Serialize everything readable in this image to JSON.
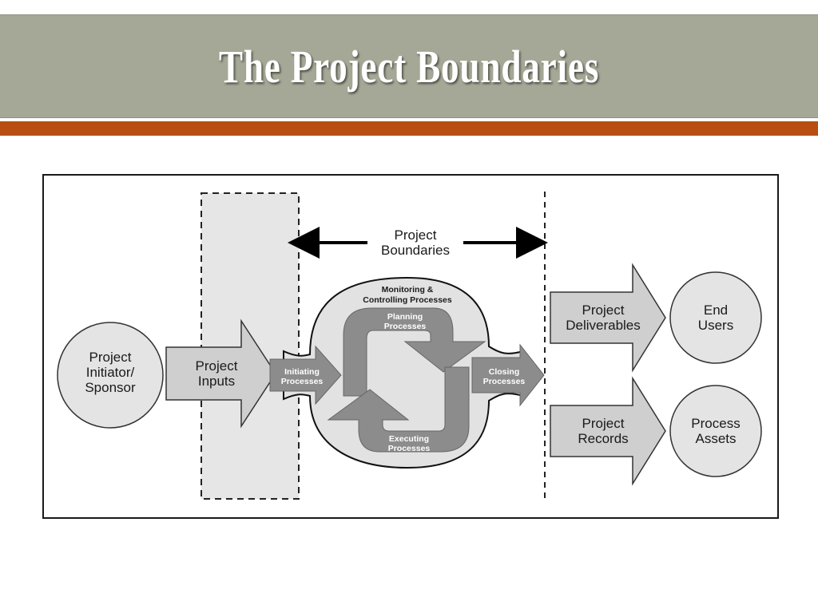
{
  "slide": {
    "title": "The Project Boundaries"
  },
  "diagram": {
    "boundaries_label": [
      "Project",
      "Boundaries"
    ],
    "initiator": [
      "Project",
      "Initiator/",
      "Sponsor"
    ],
    "inputs": [
      "Project",
      "Inputs"
    ],
    "initiating": [
      "Initiating",
      "Processes"
    ],
    "monitoring": [
      "Monitoring &",
      "Controlling Processes"
    ],
    "planning": [
      "Planning",
      "Processes"
    ],
    "executing": [
      "Executing",
      "Processes"
    ],
    "closing": [
      "Closing",
      "Processes"
    ],
    "deliverables": [
      "Project",
      "Deliverables"
    ],
    "end_users": [
      "End",
      "Users"
    ],
    "records": [
      "Project",
      "Records"
    ],
    "process_assets": [
      "Process",
      "Assets"
    ]
  },
  "colors": {
    "title_band": "#a5a896",
    "accent_bar": "#b84e12",
    "light_gray": "#e4e4e4",
    "shape_gray": "#cfcfcf",
    "dark_gray": "#8c8c8c"
  }
}
